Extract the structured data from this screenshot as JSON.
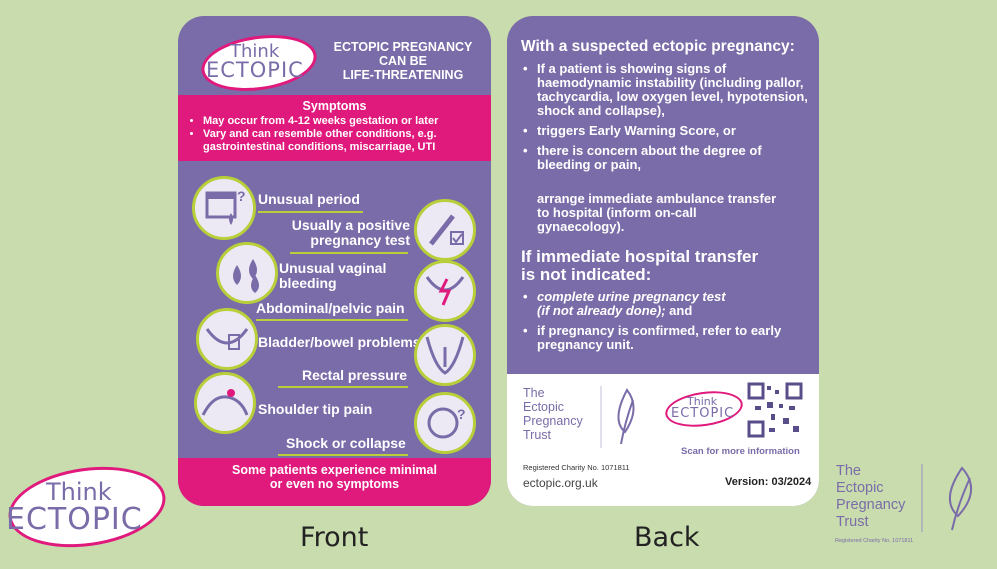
{
  "front": {
    "logo": {
      "think": "Think",
      "ectopic": "ECTOPIC"
    },
    "headline": [
      "ECTOPIC PREGNANCY",
      "CAN BE",
      "LIFE-THREATENING"
    ],
    "symptoms_title": "Symptoms",
    "symptoms": [
      "May occur from 4-12 weeks gestation or later",
      "Vary and can resemble other conditions, e.g. gastrointestinal conditions, miscarriage, UTI"
    ],
    "signs": {
      "unusual_period": "Unusual period",
      "positive_test_1": "Usually a positive",
      "positive_test_2": "pregnancy test",
      "bleeding_1": "Unusual vaginal",
      "bleeding_2": "bleeding",
      "abdominal": "Abdominal/pelvic pain",
      "bladder": "Bladder/bowel problems",
      "rectal": "Rectal pressure",
      "shoulder": "Shoulder tip pain",
      "shock": "Shock or collapse"
    },
    "footer": [
      "Some patients experience minimal",
      "or even no symptoms"
    ]
  },
  "back": {
    "title": "With a suspected ectopic pregnancy:",
    "bullets": [
      "If a patient is showing signs of haemodynamic instability (including pallor, tachycardia, low oxygen level, hypotension, shock and collapse),",
      "triggers Early Warning Score, or",
      "there is concern about the degree of bleeding or pain,"
    ],
    "arrange": "arrange immediate ambulance transfer to hospital (inform on-call gynaecology).",
    "heading2_1": "If immediate hospital transfer",
    "heading2_2": "is not indicated:",
    "bullets2_a_1": "complete urine pregnancy test",
    "bullets2_a_2": "(if not already done);",
    "bullets2_a_3": " and",
    "bullets2_b": "if pregnancy is confirmed, refer to early pregnancy unit.",
    "trust": [
      "The",
      "Ectopic",
      "Pregnancy",
      "Trust"
    ],
    "scan": "Scan for more information",
    "charity": "Registered Charity No. 1071811",
    "website": "ectopic.org.uk",
    "version": "Version: 03/2024"
  },
  "labels": {
    "front": "Front",
    "back": "Back"
  },
  "side_trust": [
    "The",
    "Ectopic",
    "Pregnancy",
    "Trust"
  ],
  "side_charity": "Registered Charity No. 1071811",
  "colors": {
    "purple": "#7a6ca8",
    "pink": "#e0197d",
    "lime": "#b8cf3a",
    "background": "#c9dcae"
  }
}
